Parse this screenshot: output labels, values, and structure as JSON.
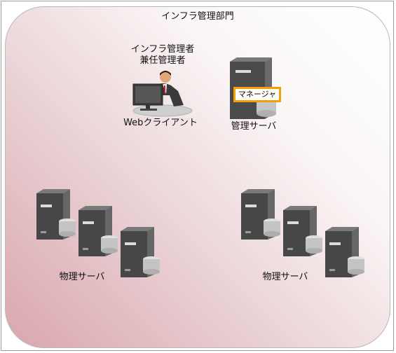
{
  "department": {
    "title": "インフラ管理部門"
  },
  "admin": {
    "role_line1": "インフラ管理者",
    "role_line2": "兼任管理者"
  },
  "web_client": {
    "label": "Webクライアント"
  },
  "management_server": {
    "label": "管理サーバ",
    "component": "マネージャ"
  },
  "server_group_left": {
    "label": "物理サーバ"
  },
  "server_group_right": {
    "label": "物理サーバ"
  },
  "colors": {
    "manager_border": "#f5a000",
    "department_gradient_start": "#d9a6ad",
    "server_body": "#444444"
  },
  "icons": [
    "server-icon",
    "disk-icon",
    "admin-person-icon",
    "computer-monitor-icon"
  ]
}
